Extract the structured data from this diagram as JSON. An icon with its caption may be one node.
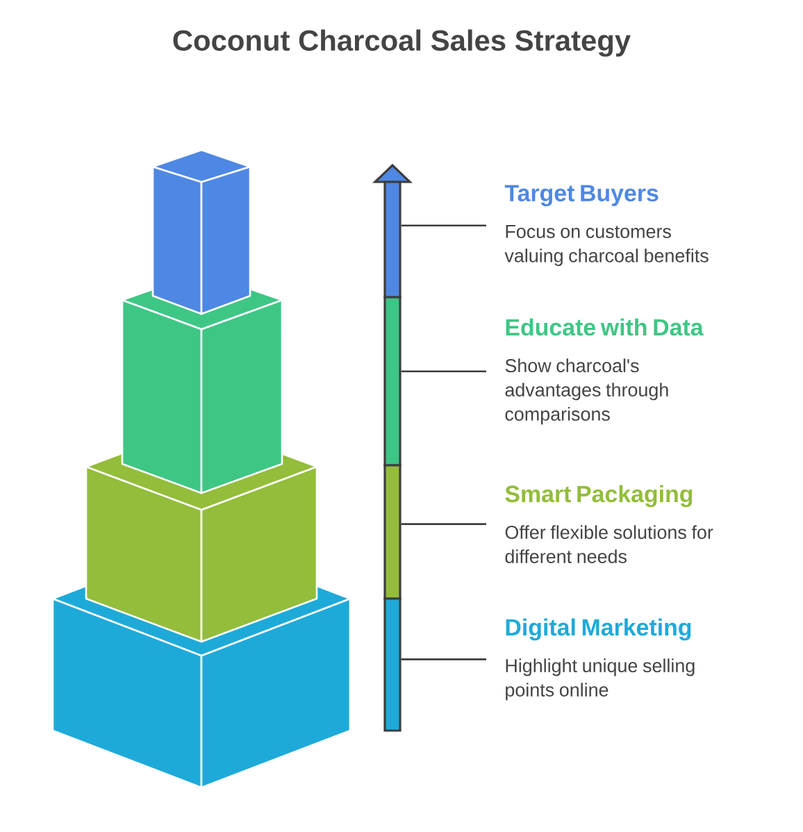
{
  "diagram": {
    "title": "Coconut Charcoal Sales Strategy",
    "nodes": [
      {
        "text": [
          "Target Buyers",
          "Focus on customers valuing charcoal benefits"
        ]
      },
      {
        "text": [
          "Educate with Data",
          "Show charcoal's advantages through comparisons"
        ]
      },
      {
        "text": [
          "Smart Packaging",
          "Offer flexible solutions for different needs"
        ]
      },
      {
        "text": [
          "Digital Marketing",
          "Highlight unique selling points online"
        ]
      },
      {
        "text": [],
        "shape": "bar"
      },
      {
        "text": [],
        "shape": "bar"
      },
      {
        "text": [],
        "shape": "bar"
      },
      {
        "text": [],
        "shape": "bar"
      }
    ],
    "edges": [
      {
        "from": 0,
        "to": 4,
        "arrow": "none"
      },
      {
        "from": 1,
        "to": 5,
        "arrow": "none"
      },
      {
        "from": 2,
        "to": 6,
        "arrow": "none"
      },
      {
        "from": 3,
        "to": 7,
        "arrow": "none"
      }
    ]
  }
}
